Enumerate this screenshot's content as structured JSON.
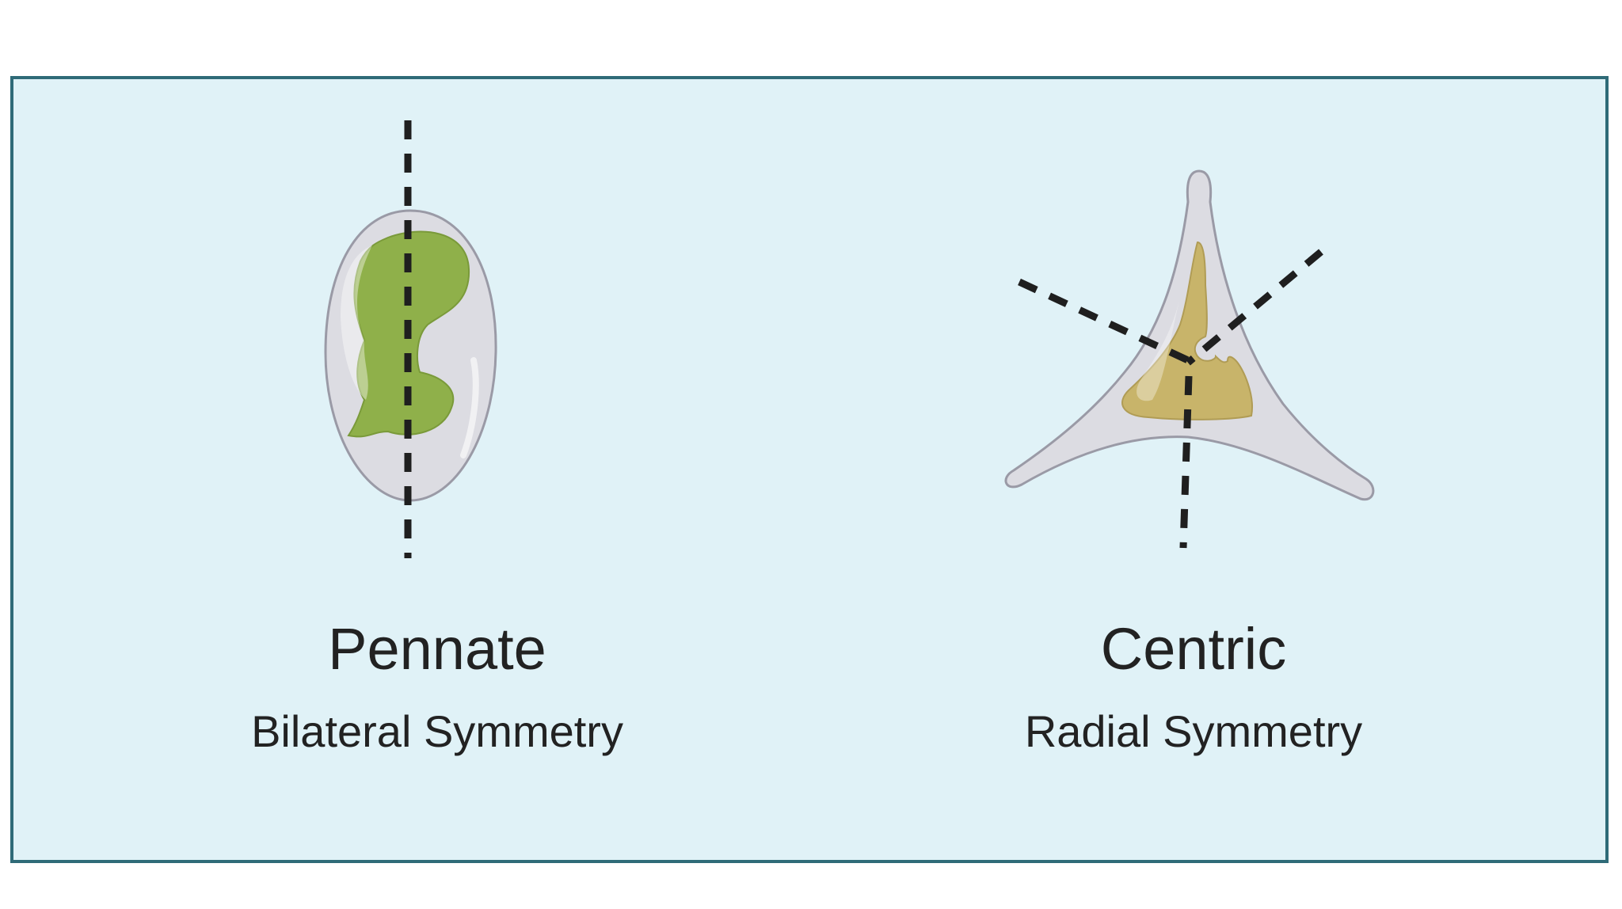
{
  "colors": {
    "panel_background": "#e0f2f7",
    "panel_border": "#2f6b78",
    "cell_wall": "#dcdce2",
    "pennate_chloroplast": "#8fb04a",
    "centric_chloroplast": "#c8b46a",
    "symmetry_line": "#1f1f1f"
  },
  "pennate": {
    "title": "Pennate",
    "subtitle": "Bilateral Symmetry"
  },
  "centric": {
    "title": "Centric",
    "subtitle": "Radial Symmetry"
  }
}
